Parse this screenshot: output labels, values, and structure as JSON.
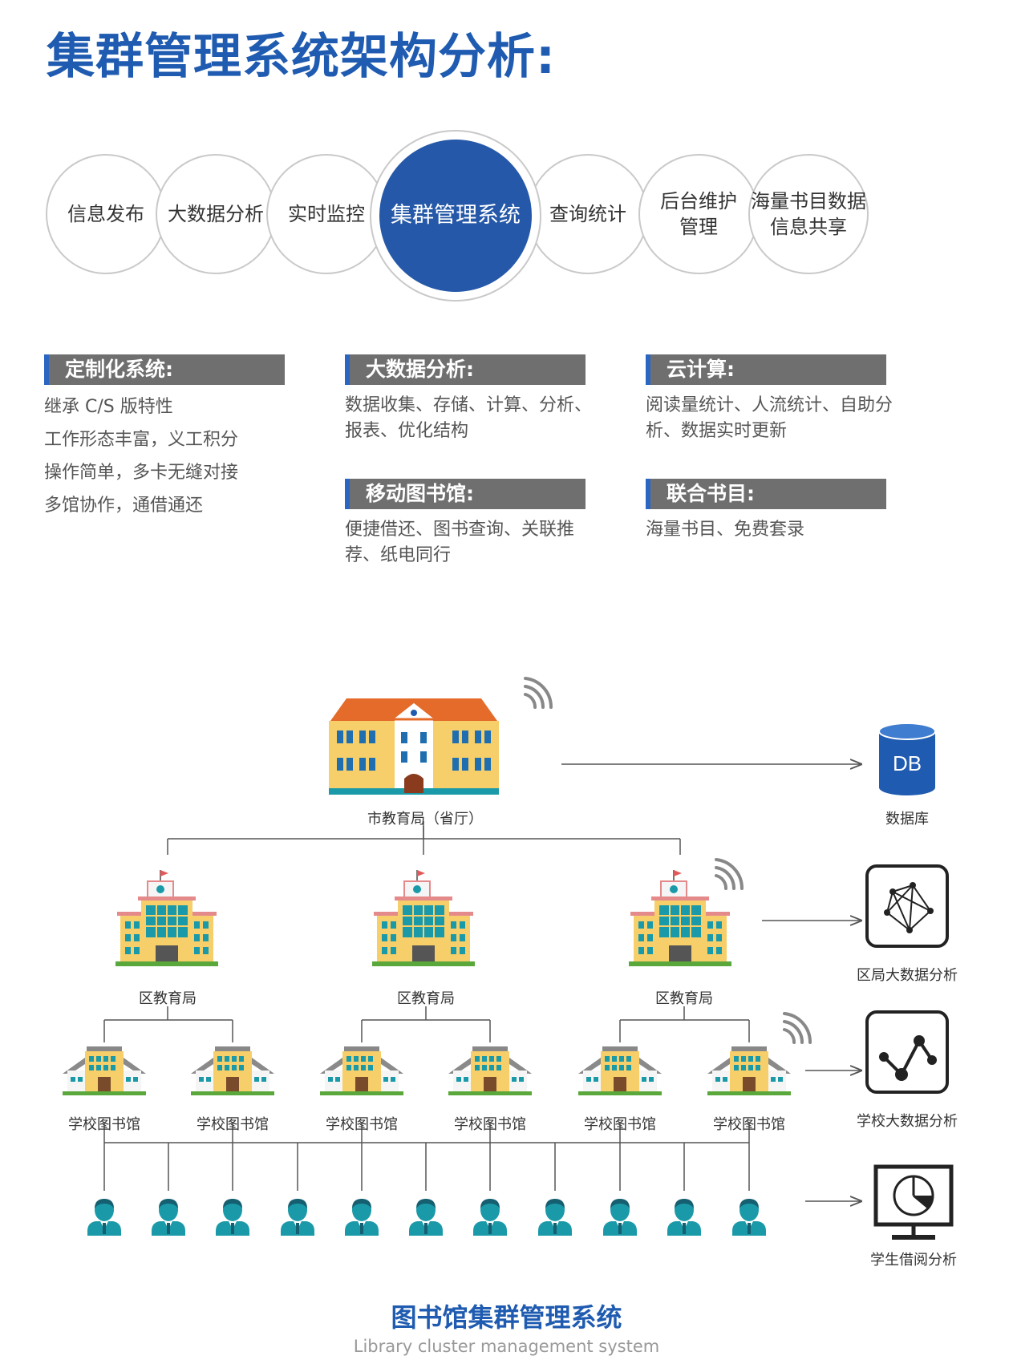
{
  "title": "集群管理系统架构分析:",
  "circles": {
    "c1": "信息发布",
    "c2": "大数据分析",
    "c3": "实时监控",
    "main": "集群管理系统",
    "c5": "查询统计",
    "c6_line1": "后台维护",
    "c6_line2": "管理",
    "c7_line1": "海量书目数据",
    "c7_line2": "信息共享"
  },
  "sections": {
    "custom": {
      "title": "定制化系统:",
      "items": [
        "继承 C/S 版特性",
        "工作形态丰富，义工积分",
        "操作简单，多卡无缝对接",
        "多馆协作，通借通还"
      ]
    },
    "bigdata": {
      "title": "大数据分析:",
      "line1": "数据收集、存储、计算、分析、",
      "line2": "报表、优化结构"
    },
    "cloud": {
      "title": "云计算:",
      "line1": "阅读量统计、人流统计、自助分",
      "line2": "析、数据实时更新"
    },
    "mobile": {
      "title": "移动图书馆:",
      "line1": "便捷借还、图书查询、关联推",
      "line2": "荐、纸电同行"
    },
    "union": {
      "title": "联合书目:",
      "line1": "海量书目、免费套录"
    }
  },
  "diagram": {
    "city": "市教育局（省厅）",
    "district": "区教育局",
    "school": "学校图书馆",
    "db_text": "DB",
    "db_label": "数据库",
    "district_analysis": "区局大数据分析",
    "school_analysis": "学校大数据分析",
    "student_analysis": "学生借阅分析"
  },
  "footer": {
    "cn": "图书馆集群管理系统",
    "en": "Library cluster management system"
  },
  "colors": {
    "brand_blue": "#1f5bb0",
    "header_gray": "#6f6f6f",
    "teal": "#1a9aa8",
    "building_yellow": "#f6cf6a",
    "roof_orange": "#e46b2a"
  }
}
